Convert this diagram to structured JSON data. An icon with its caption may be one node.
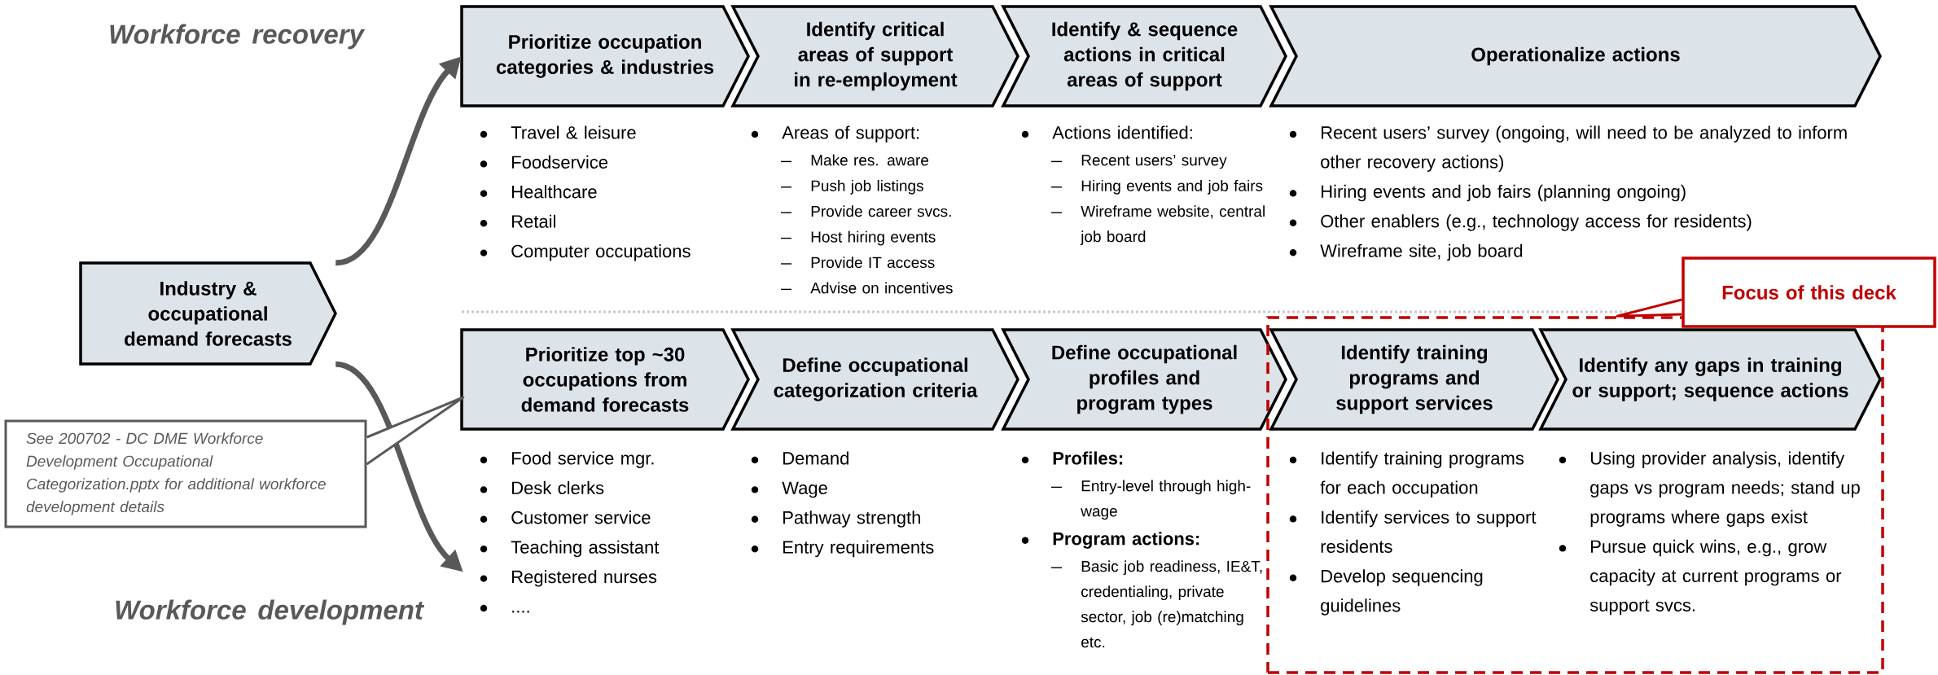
{
  "diagram": {
    "nodes": [
      {
        "text": [
          "Industry & occupational demand forecasts"
        ]
      },
      {
        "text": [
          "Prioritize occupation categories & industries"
        ],
        "beside": [
          "Travel & leisure",
          "Foodservice",
          "Healthcare",
          "Retail",
          "Computer occupations"
        ]
      },
      {
        "text": [
          "Identify critical areas of support in re-employment"
        ],
        "beside": [
          "Areas of support:",
          "Make res. aware",
          "Push job listings",
          "Provide career svcs.",
          "Host hiring events",
          "Provide IT access",
          "Advise on incentives"
        ]
      },
      {
        "text": [
          "Identify & sequence actions in critical areas of support"
        ],
        "beside": [
          "Actions identified:",
          "Recent users’ survey",
          "Hiring events and job fairs",
          "Wireframe website, central job board"
        ]
      },
      {
        "text": [
          "Operationalize actions"
        ],
        "beside": [
          "Recent users’ survey (ongoing, will need to be analyzed to inform other recovery actions)",
          "Hiring events and job fairs (planning ongoing)",
          "Other enablers (e.g., technology access for residents)",
          "Wireframe site, job board"
        ]
      },
      {
        "text": [
          "See 200702 - DC DME Workforce Development Occupational Categorization.pptx for additional workforce development details"
        ]
      },
      {
        "text": [
          "Prioritize top ~30 occupations from demand forecasts"
        ],
        "beside": [
          "Food service mgr.",
          "Desk clerks",
          "Customer service",
          "Teaching assistant",
          "Registered nurses",
          "...."
        ]
      },
      {
        "text": [
          "Define occupational categorization criteria"
        ],
        "beside": [
          "Demand",
          "Wage",
          "Pathway strength",
          "Entry requirements"
        ]
      },
      {
        "text": [
          "Define occupational profiles and program types"
        ],
        "beside": [
          "Profiles:",
          "Entry-level through high-wage",
          "Program actions:",
          "Basic job readiness, IE&T, credentialing, private sector, job (re)matching etc."
        ]
      },
      {
        "text": [],
        "shape": "box"
      },
      {
        "text": [
          "Identify training programs and support services"
        ],
        "in": 9,
        "beside": [
          "Identify training programs for each occupation",
          "Identify services to support residents",
          "Develop sequencing guidelines"
        ]
      },
      {
        "text": [
          "Identify any gaps in training or support; sequence actions"
        ],
        "in": 9,
        "beside": [
          "Using provider analysis, identify gaps vs program needs; stand up programs where gaps exist",
          "Pursue quick wins, e.g., grow capacity at current programs or support svcs."
        ]
      },
      {
        "text": [
          "Focus of this deck"
        ]
      }
    ],
    "edges": [
      {
        "from": 0,
        "to": 1,
        "arrow": "to",
        "style": "thick"
      },
      {
        "from": 0,
        "to": 6,
        "arrow": "to",
        "style": "thick"
      },
      {
        "from": 5,
        "to": 6,
        "arrow": "none"
      },
      {
        "from": 12,
        "to": 9,
        "arrow": "none",
        "color": "#c00000"
      }
    ],
    "labels": [
      "Workforce recovery",
      "Workforce development"
    ]
  }
}
